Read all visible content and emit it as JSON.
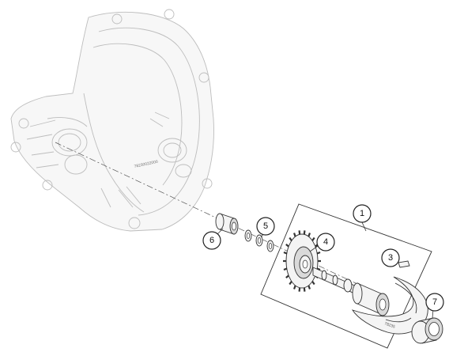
{
  "callouts": [
    {
      "label": "1"
    },
    {
      "label": "3"
    },
    {
      "label": "4"
    },
    {
      "label": "5"
    },
    {
      "label": "6"
    },
    {
      "label": "7"
    }
  ],
  "cover_stamp_text": "78230022000"
}
